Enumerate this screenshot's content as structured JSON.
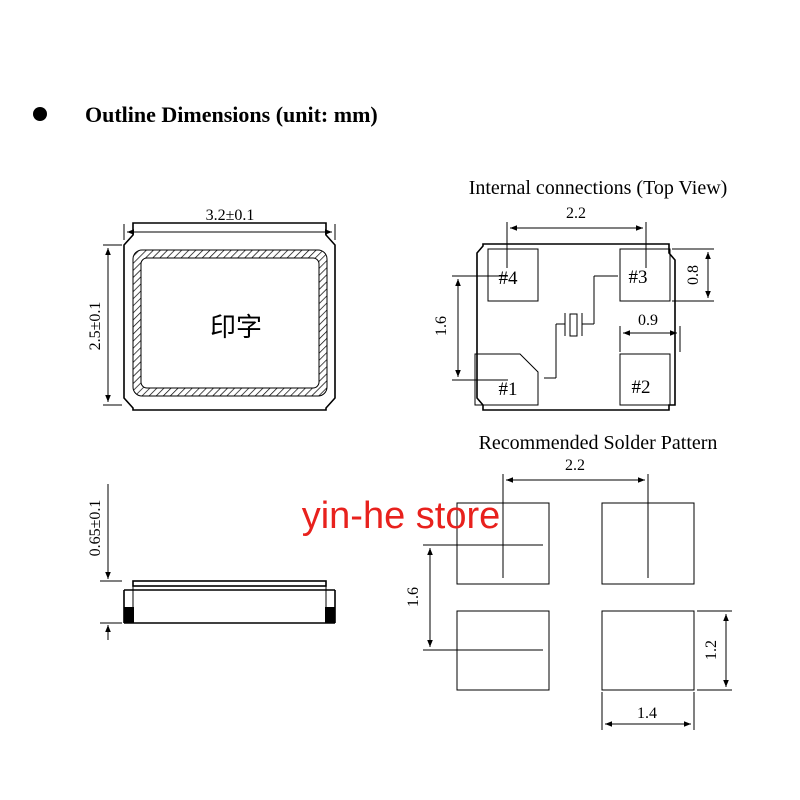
{
  "title": "Outline Dimensions (unit: mm)",
  "package_marking": "印字",
  "top_view": {
    "width": "3.2±0.1",
    "height": "2.5±0.1"
  },
  "side_view": {
    "thickness": "0.65±0.1"
  },
  "internal_connections": {
    "heading": "Internal connections (Top View)",
    "pitch_x": "2.2",
    "pitch_y": "1.6",
    "pad_height": "0.8",
    "pad_width": "0.9",
    "pins": [
      "#1",
      "#2",
      "#3",
      "#4"
    ]
  },
  "solder_pattern": {
    "heading": "Recommended Solder Pattern",
    "pitch_x": "2.2",
    "pitch_y": "1.6",
    "pad_height": "1.2",
    "pad_width": "1.4"
  },
  "watermark": "yin-he store"
}
